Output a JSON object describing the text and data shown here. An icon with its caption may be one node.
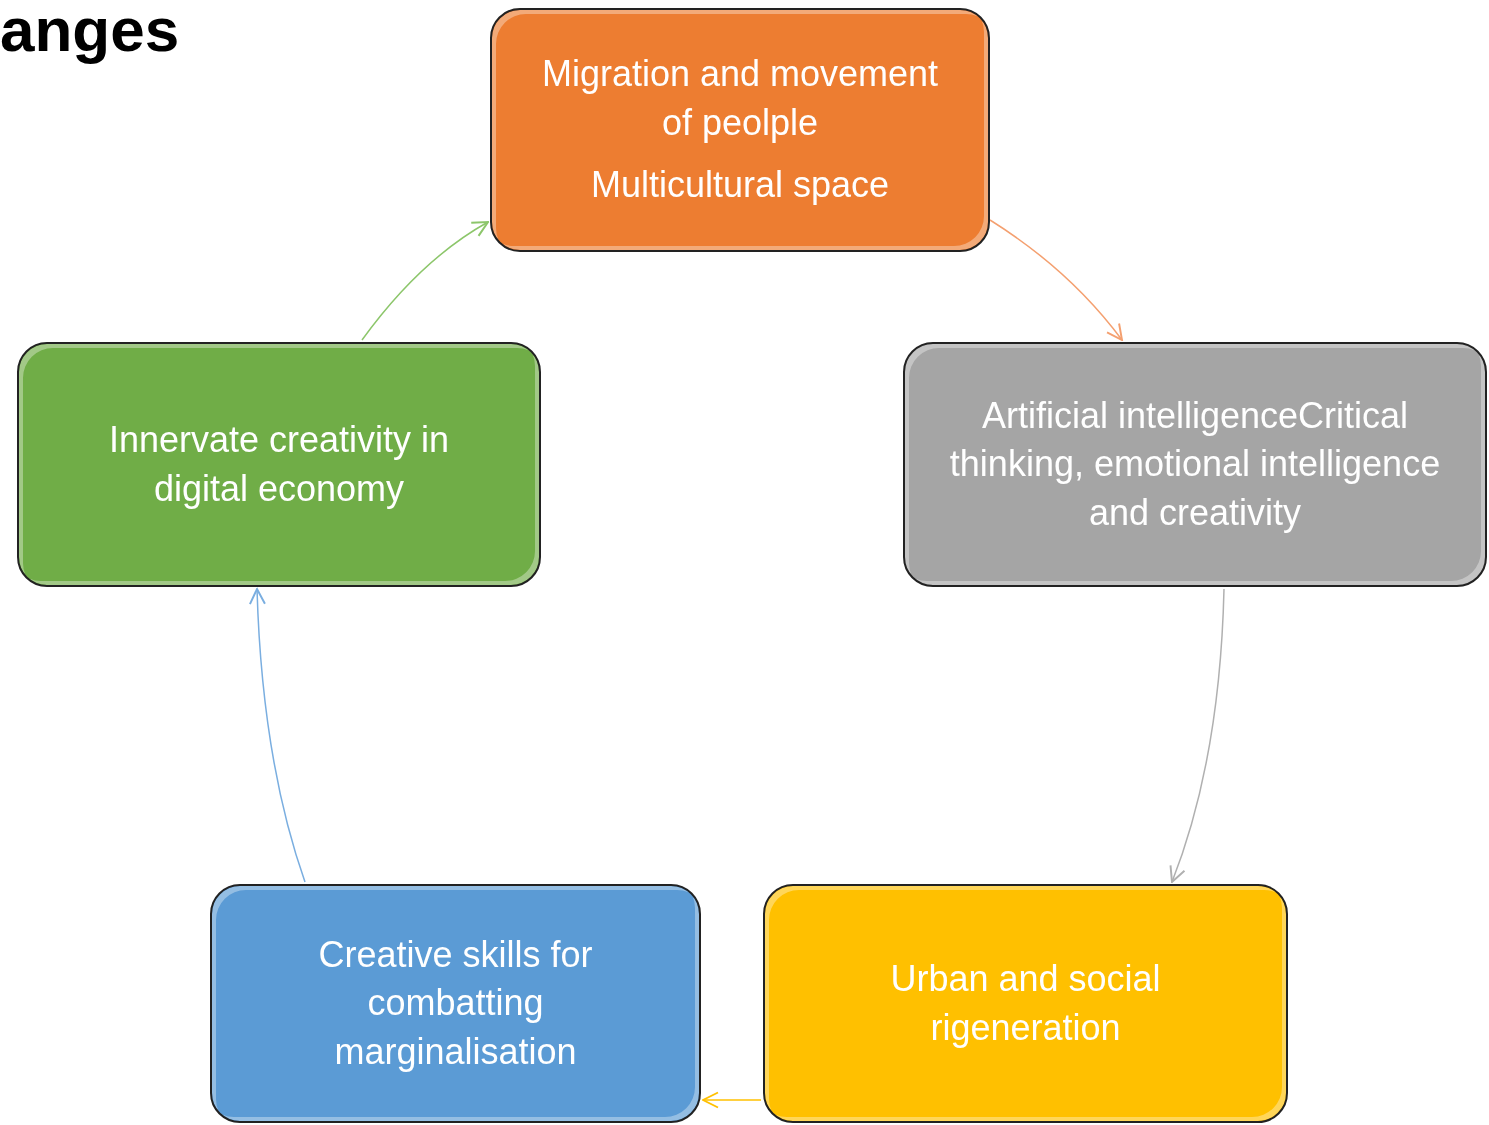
{
  "diagram": {
    "title": "anges",
    "nodes": [
      {
        "text": [
          "Migration and movement of peolple",
          "Multicultural space"
        ]
      },
      {
        "text": [
          "Artificial intelligenceCritical thinking, emotional intelligence and creativity"
        ]
      },
      {
        "text": [
          "Urban and social rigeneration"
        ]
      },
      {
        "text": [
          "Creative skills for combatting marginalisation"
        ]
      },
      {
        "text": [
          "Innervate creativity in digital economy"
        ]
      }
    ],
    "edges": [
      {
        "from": 0,
        "to": 1,
        "arrow": "to",
        "color": "#f4a070"
      },
      {
        "from": 1,
        "to": 2,
        "arrow": "to",
        "color": "#b0b0b0"
      },
      {
        "from": 2,
        "to": 3,
        "arrow": "to",
        "color": "#ffc000"
      },
      {
        "from": 3,
        "to": 4,
        "arrow": "to",
        "color": "#7aaee0"
      },
      {
        "from": 4,
        "to": 0,
        "arrow": "to",
        "color": "#8cc66a"
      }
    ]
  }
}
